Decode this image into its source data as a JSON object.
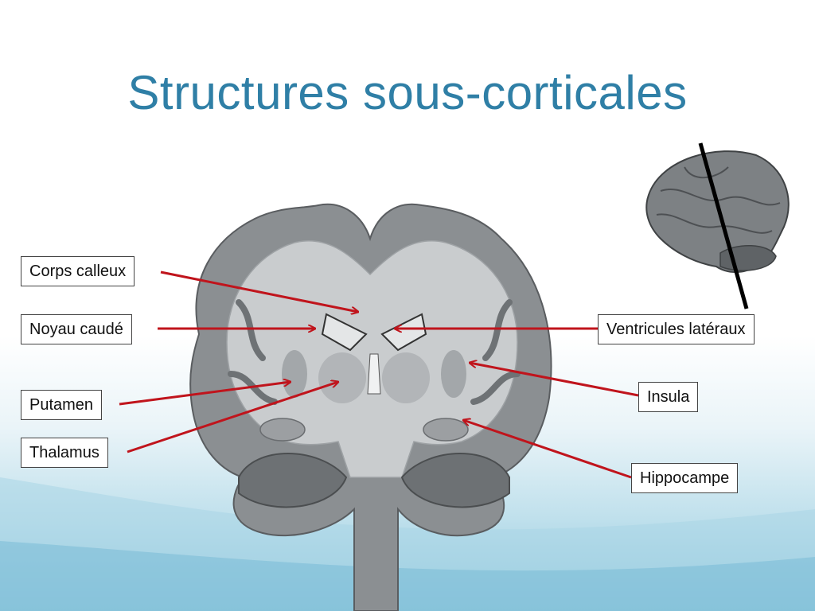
{
  "slide": {
    "title": "Structures sous-corticales"
  },
  "labels": {
    "corps_calleux": "Corps calleux",
    "noyau_caude": "Noyau caudé",
    "putamen": "Putamen",
    "thalamus": "Thalamus",
    "ventricules_lateraux": "Ventricules latéraux",
    "insula": "Insula",
    "hippocampe": "Hippocampe"
  },
  "colors": {
    "title": "#2f7fa6",
    "arrow": "#c0141c",
    "brain_gray": "#8b8f92",
    "white_matter": "#c9ccce"
  },
  "images": {
    "main": "coronal-brain-section",
    "inset": "lateral-brain-with-section-line"
  }
}
